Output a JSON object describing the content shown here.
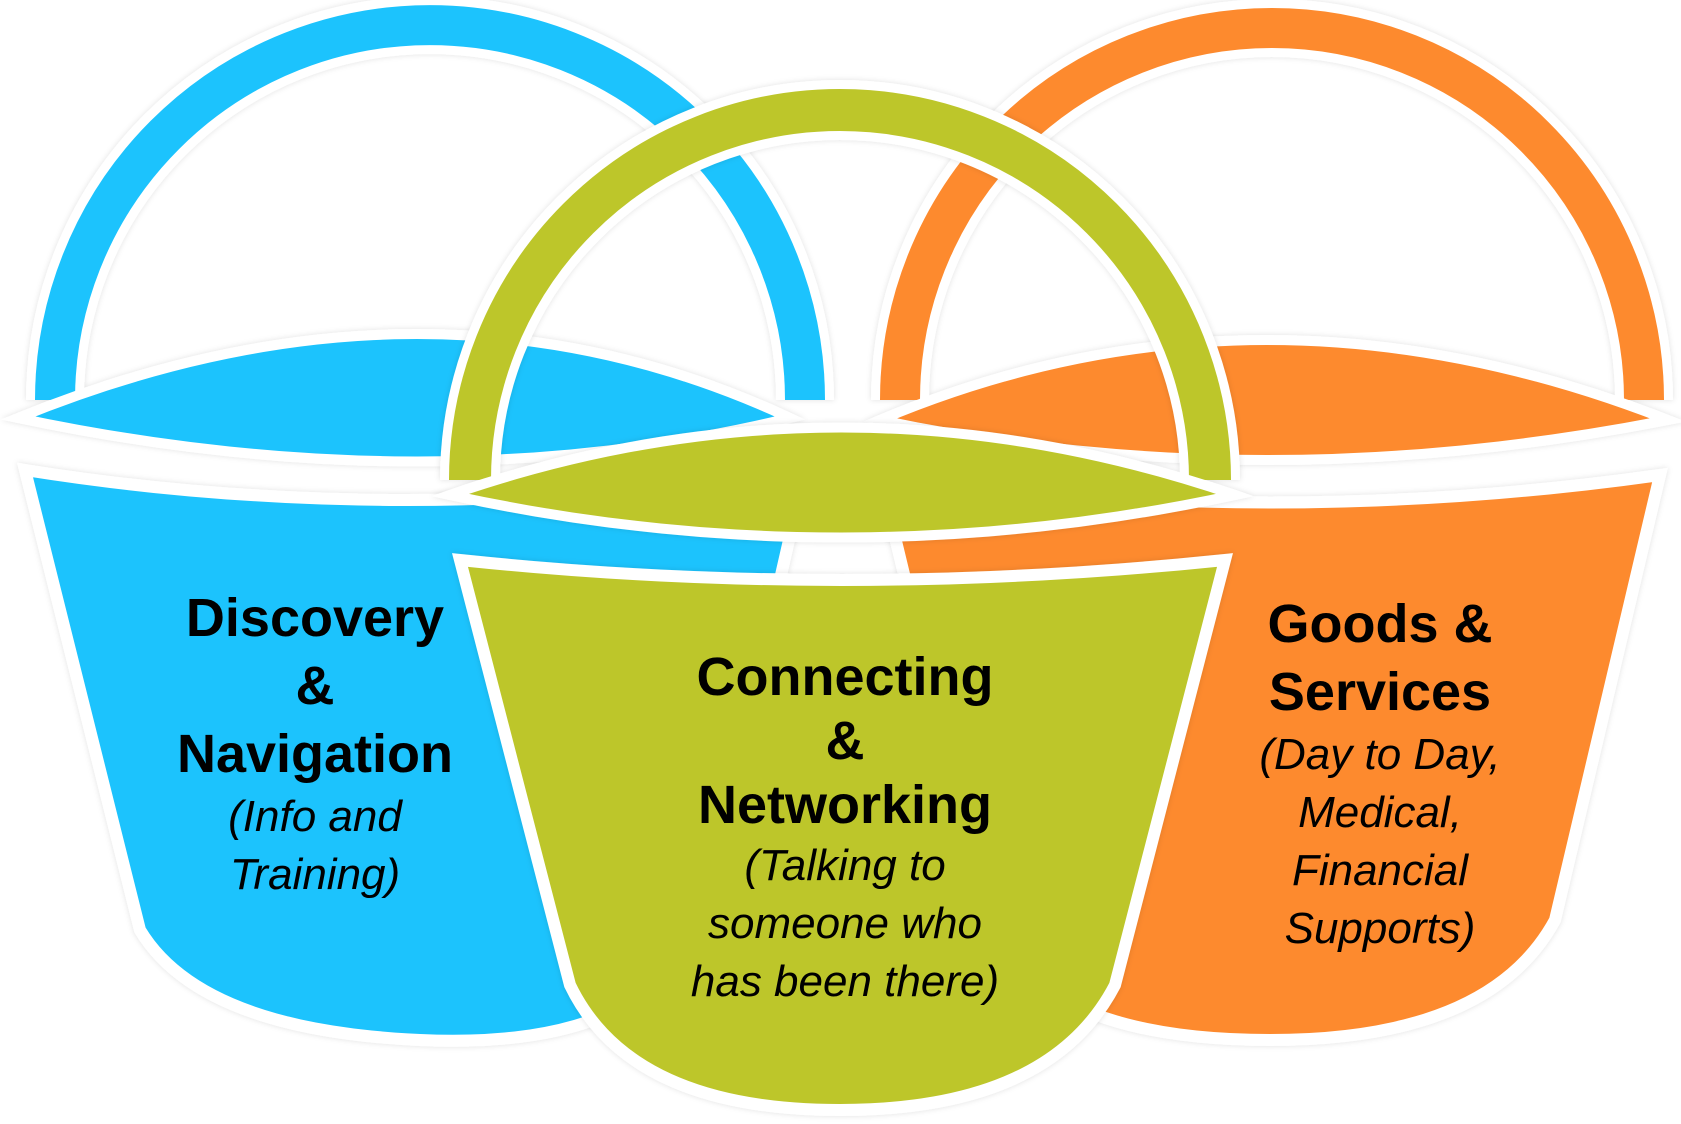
{
  "colors": {
    "blue": "#1cc3fd",
    "green": "#bdc62a",
    "orange": "#fd8a2d",
    "outline": "#ffffff",
    "text": "#000000"
  },
  "buckets": [
    {
      "name": "blue-bucket",
      "color": "#1cc3fd",
      "title_lines": [
        "Discovery",
        "&",
        "Navigation"
      ],
      "subtitle_lines": [
        "(Info and",
        "Training)"
      ]
    },
    {
      "name": "green-bucket",
      "color": "#bdc62a",
      "title_lines": [
        "Connecting",
        "&",
        "Networking"
      ],
      "subtitle_lines": [
        "(Talking to",
        "someone who",
        "has been there)"
      ]
    },
    {
      "name": "orange-bucket",
      "color": "#fd8a2d",
      "title_lines": [
        "Goods &",
        "Services"
      ],
      "subtitle_lines": [
        "(Day to Day,",
        "Medical,",
        "Financial",
        "Supports)"
      ]
    }
  ]
}
